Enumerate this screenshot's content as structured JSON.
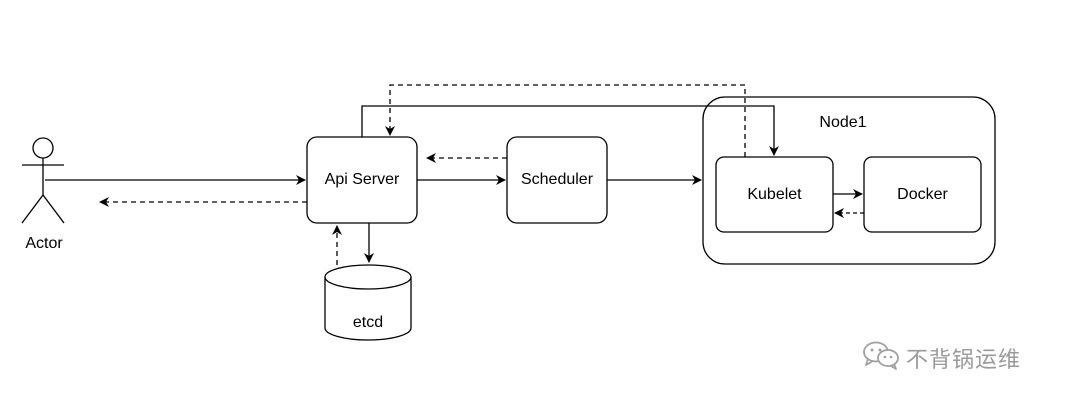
{
  "diagram": {
    "actor": {
      "label": "Actor"
    },
    "api_server": {
      "label": "Api Server"
    },
    "scheduler": {
      "label": "Scheduler"
    },
    "etcd": {
      "label": "etcd"
    },
    "node": {
      "label": "Node1"
    },
    "kubelet": {
      "label": "Kubelet"
    },
    "docker": {
      "label": "Docker"
    },
    "edges": [
      {
        "from": "Actor",
        "to": "Api Server",
        "style": "solid"
      },
      {
        "from": "Api Server",
        "to": "Actor",
        "style": "dashed"
      },
      {
        "from": "Api Server",
        "to": "Scheduler",
        "style": "solid"
      },
      {
        "from": "Scheduler",
        "to": "Api Server",
        "style": "dashed"
      },
      {
        "from": "Api Server",
        "to": "etcd",
        "style": "solid"
      },
      {
        "from": "etcd",
        "to": "Api Server",
        "style": "dashed"
      },
      {
        "from": "Scheduler",
        "to": "Node1",
        "style": "solid"
      },
      {
        "from": "Api Server",
        "to": "Kubelet",
        "style": "solid"
      },
      {
        "from": "Kubelet",
        "to": "Api Server",
        "style": "dashed"
      },
      {
        "from": "Kubelet",
        "to": "Docker",
        "style": "solid"
      },
      {
        "from": "Docker",
        "to": "Kubelet",
        "style": "dashed"
      }
    ],
    "stroke_color": "#000000"
  },
  "watermark": {
    "text": "不背锅运维",
    "color": "#9a9a9a",
    "icon": "wechat-icon"
  }
}
